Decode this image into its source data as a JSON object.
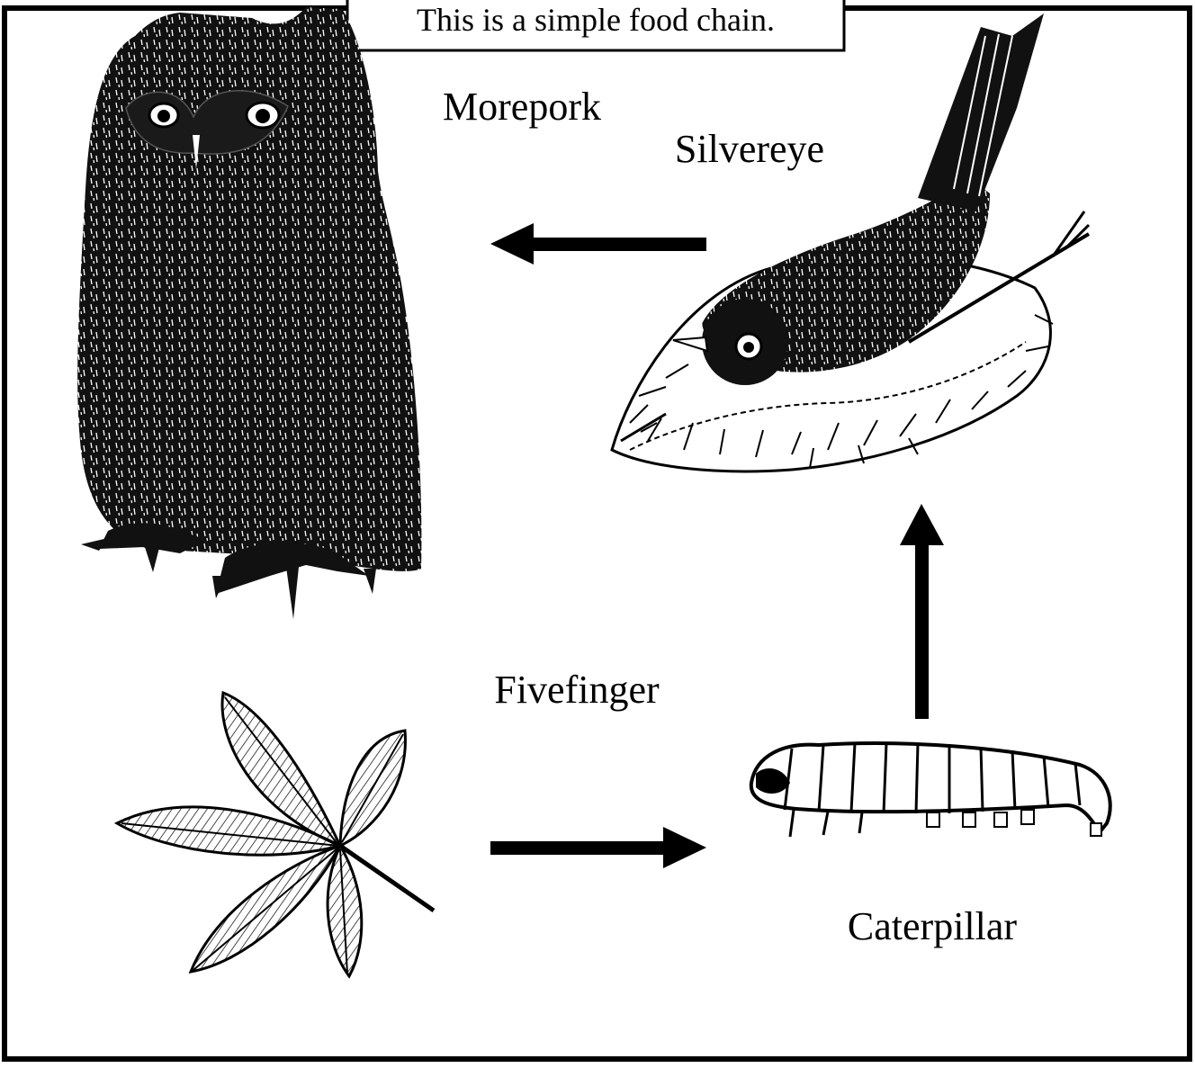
{
  "title": "This is a simple food chain.",
  "organisms": {
    "morepork": "Morepork",
    "silvereye": "Silvereye",
    "fivefinger": "Fivefinger",
    "caterpillar": "Caterpillar"
  },
  "colors": {
    "ink": "#000000",
    "paper": "#ffffff"
  },
  "icons": {
    "morepork": "owl-illustration",
    "silvereye": "bird-in-nest-illustration",
    "fivefinger": "five-leaf-plant-illustration",
    "caterpillar": "caterpillar-illustration"
  }
}
